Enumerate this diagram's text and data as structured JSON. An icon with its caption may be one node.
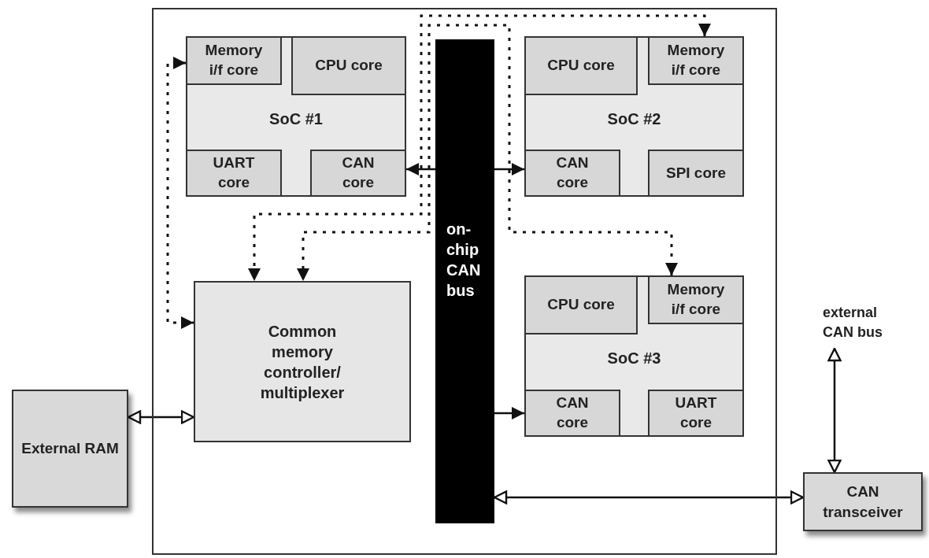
{
  "diagram": {
    "nodes": [
      {
        "text": [],
        "shape": "box"
      },
      {
        "text": [
          "SoC #1"
        ],
        "in": 0
      },
      {
        "text": [
          "Memory i/f core"
        ],
        "in": 1
      },
      {
        "text": [
          "CPU core"
        ],
        "in": 1
      },
      {
        "text": [
          "UART core"
        ],
        "in": 1
      },
      {
        "text": [
          "CAN core"
        ],
        "in": 1
      },
      {
        "text": [
          "on-chip CAN bus"
        ],
        "in": 0
      },
      {
        "text": [
          "SoC #2"
        ],
        "in": 0
      },
      {
        "text": [
          "CPU core"
        ],
        "in": 7
      },
      {
        "text": [
          "Memory i/f core"
        ],
        "in": 7
      },
      {
        "text": [
          "CAN core"
        ],
        "in": 7
      },
      {
        "text": [
          "SPI core"
        ],
        "in": 7
      },
      {
        "text": [
          "Common memory controller/ multiplexer"
        ],
        "in": 0
      },
      {
        "text": [
          "SoC #3"
        ],
        "in": 0
      },
      {
        "text": [
          "CPU core"
        ],
        "in": 13
      },
      {
        "text": [
          "Memory i/f core"
        ],
        "in": 13
      },
      {
        "text": [
          "CAN core"
        ],
        "in": 13
      },
      {
        "text": [
          "UART core"
        ],
        "in": 13
      },
      {
        "text": [
          "External RAM"
        ]
      },
      {
        "text": [
          "external CAN bus"
        ]
      },
      {
        "text": [
          "CAN transceiver"
        ]
      }
    ],
    "edges": [
      {
        "from": 6,
        "to": 5,
        "arrow": "to"
      },
      {
        "from": 6,
        "to": 10,
        "arrow": "to"
      },
      {
        "from": 6,
        "to": 16,
        "arrow": "to"
      },
      {
        "from": 2,
        "to": 12,
        "arrow": "both",
        "style": "dashed"
      },
      {
        "from": 9,
        "to": 12,
        "arrow": "both",
        "style": "dashed"
      },
      {
        "from": 15,
        "to": 12,
        "arrow": "both",
        "style": "dashed"
      },
      {
        "from": 18,
        "to": 12,
        "arrow": "both"
      },
      {
        "from": 6,
        "to": 20,
        "arrow": "both"
      },
      {
        "from": 20,
        "to": 19,
        "arrow": "both"
      }
    ]
  }
}
